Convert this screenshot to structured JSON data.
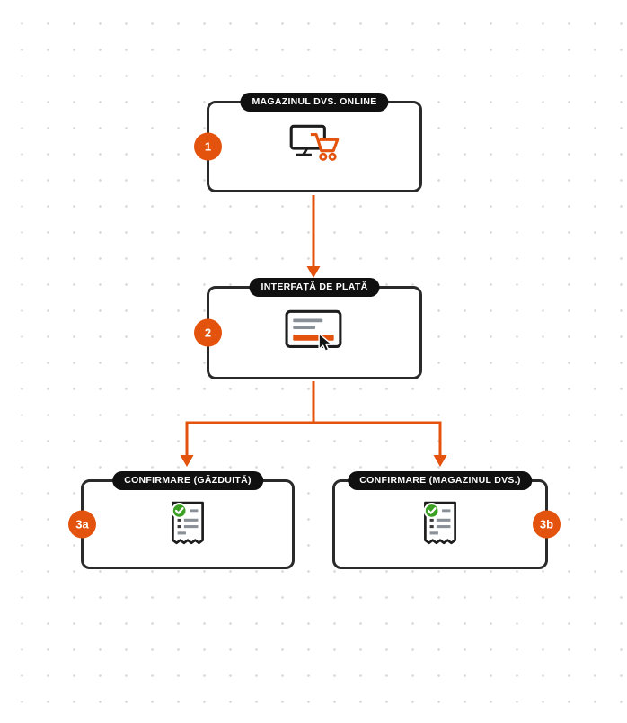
{
  "diagram": {
    "title": "payment-flow-diagram",
    "colors": {
      "accent_orange": "#e3530e",
      "pill_black": "#101010",
      "node_border": "#2a2a2a",
      "check_green": "#3a9f23",
      "line_gray": "#8a9097"
    },
    "nodes": {
      "store": {
        "badge": "1",
        "title": "MAGAZINUL DVS. ONLINE",
        "icon": "monitor-cart-icon"
      },
      "payment": {
        "badge": "2",
        "title": "INTERFAȚĂ DE PLATĂ",
        "icon": "credit-card-cursor-icon"
      },
      "confirm_hosted": {
        "badge": "3a",
        "title": "CONFIRMARE (GĂZDUITĂ)",
        "icon": "receipt-check-icon"
      },
      "confirm_store": {
        "badge": "3b",
        "title": "CONFIRMARE (MAGAZINUL DVS.)",
        "icon": "receipt-check-icon"
      }
    },
    "flow": [
      "store -> payment",
      "payment -> confirm_hosted",
      "payment -> confirm_store"
    ]
  }
}
